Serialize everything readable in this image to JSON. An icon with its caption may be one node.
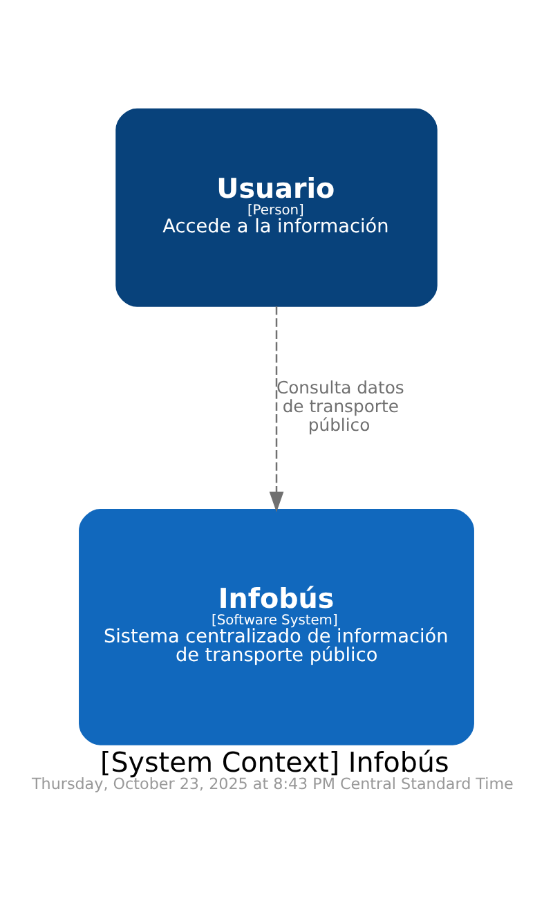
{
  "diagram": {
    "title": "[System Context] Infobús",
    "caption": "Thursday, October 23, 2025 at 8:43 PM Central Standard Time",
    "nodes": [
      {
        "text": [
          "Usuario",
          "[Person]",
          "Accede a la información"
        ]
      },
      {
        "text": [
          "Infobús",
          "[Software System]",
          "Sistema centralizado de información de transporte público"
        ]
      }
    ],
    "edges": [
      {
        "from": 0,
        "to": 1,
        "arrow": "to",
        "label": "Consulta datos de transporte público",
        "style": "dashed",
        "color": "#707070"
      }
    ]
  }
}
